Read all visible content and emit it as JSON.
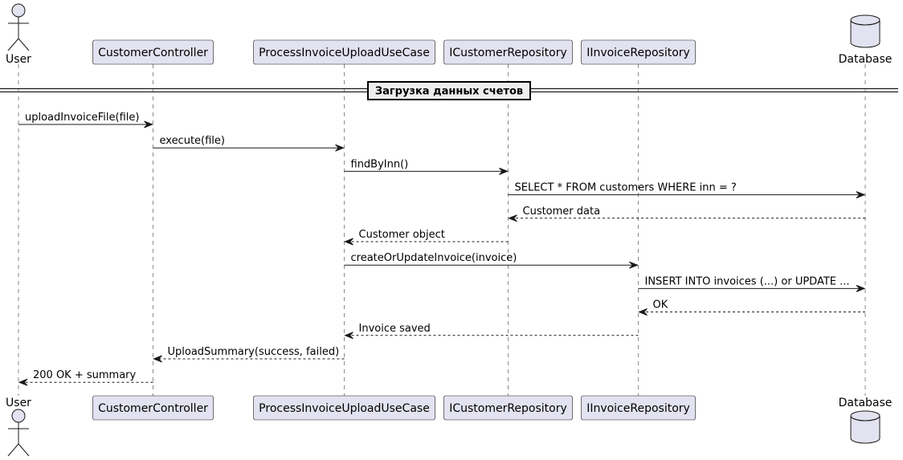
{
  "participants": [
    {
      "id": "user",
      "label": "User",
      "kind": "actor"
    },
    {
      "id": "controller",
      "label": "CustomerController",
      "kind": "participant"
    },
    {
      "id": "usecase",
      "label": "ProcessInvoiceUploadUseCase",
      "kind": "participant"
    },
    {
      "id": "custrepo",
      "label": "ICustomerRepository",
      "kind": "participant"
    },
    {
      "id": "invrepo",
      "label": "IInvoiceRepository",
      "kind": "participant"
    },
    {
      "id": "db",
      "label": "Database",
      "kind": "database"
    }
  ],
  "divider": {
    "label": "Загрузка данных счетов"
  },
  "messages": [
    {
      "from": "user",
      "to": "controller",
      "label": "uploadInvoiceFile(file)",
      "reply": false
    },
    {
      "from": "controller",
      "to": "usecase",
      "label": "execute(file)",
      "reply": false
    },
    {
      "from": "usecase",
      "to": "custrepo",
      "label": "findByInn()",
      "reply": false
    },
    {
      "from": "custrepo",
      "to": "db",
      "label": "SELECT * FROM customers WHERE inn = ?",
      "reply": false
    },
    {
      "from": "db",
      "to": "custrepo",
      "label": "Customer data",
      "reply": true
    },
    {
      "from": "custrepo",
      "to": "usecase",
      "label": "Customer object",
      "reply": true
    },
    {
      "from": "usecase",
      "to": "invrepo",
      "label": "createOrUpdateInvoice(invoice)",
      "reply": false
    },
    {
      "from": "invrepo",
      "to": "db",
      "label": "INSERT INTO invoices (...) or UPDATE ...",
      "reply": false
    },
    {
      "from": "db",
      "to": "invrepo",
      "label": "OK",
      "reply": true
    },
    {
      "from": "invrepo",
      "to": "usecase",
      "label": "Invoice saved",
      "reply": true
    },
    {
      "from": "usecase",
      "to": "controller",
      "label": "UploadSummary(success, failed)",
      "reply": true
    },
    {
      "from": "controller",
      "to": "user",
      "label": "200 OK + summary",
      "reply": true
    }
  ],
  "colors": {
    "participant_fill": "#e2e2f0",
    "border": "#181818",
    "lifeline": "#8a8a8a",
    "divider_fill": "#eeeeee"
  }
}
